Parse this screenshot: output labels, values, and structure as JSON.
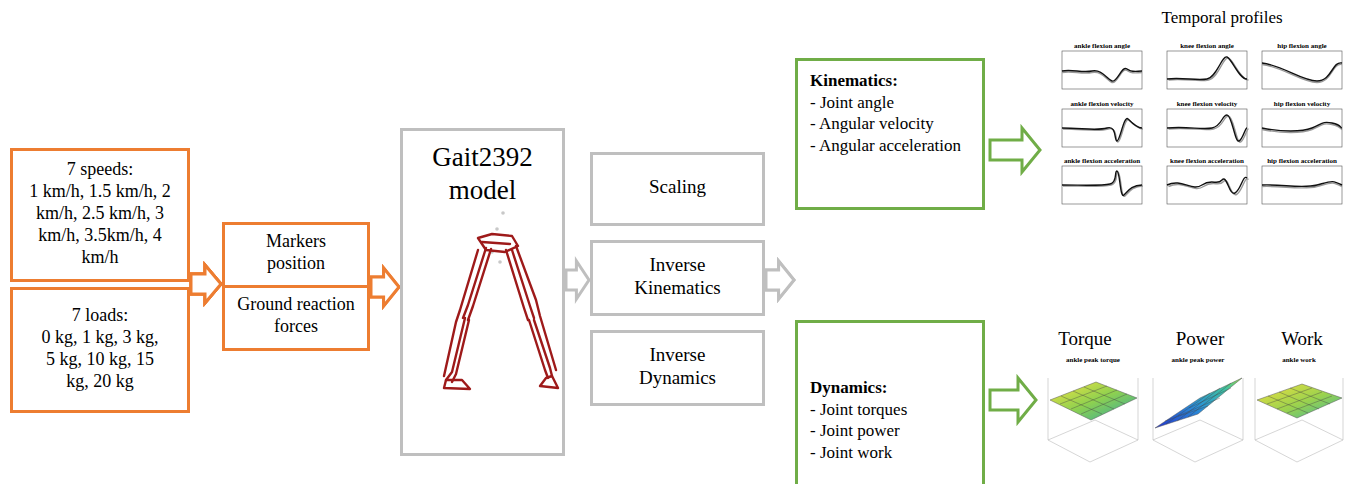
{
  "diagram": {
    "nodes": [
      {
        "text": [
          "7 speeds:",
          "1 km/h, 1.5 km/h, 2 km/h, 2.5 km/h, 3 km/h, 3.5km/h, 4 km/h"
        ]
      },
      {
        "text": [
          "7 loads:",
          "0 kg, 1 kg, 3 kg, 5 kg, 10 kg, 15 kg, 20 kg"
        ]
      },
      {
        "text": [
          "Markers position"
        ]
      },
      {
        "text": [
          "Ground reaction forces"
        ]
      },
      {
        "text": [
          "Gait2392 model"
        ]
      },
      {
        "text": [
          "Scaling"
        ]
      },
      {
        "text": [
          "Inverse Kinematics"
        ]
      },
      {
        "text": [
          "Inverse Dynamics"
        ]
      },
      {
        "text": [
          "Kinematics:",
          "- Joint angle",
          "- Angular velocity",
          "- Angular acceleration"
        ]
      },
      {
        "text": [
          "Dynamics:",
          "- Joint torques",
          "- Joint power",
          "- Joint work"
        ]
      }
    ],
    "edges": [
      {
        "from": 0,
        "to": 2,
        "arrow": "to"
      },
      {
        "from": 0,
        "to": 3,
        "arrow": "to"
      },
      {
        "from": 1,
        "to": 2,
        "arrow": "to"
      },
      {
        "from": 1,
        "to": 3,
        "arrow": "to"
      },
      {
        "from": 2,
        "to": 4,
        "arrow": "to"
      },
      {
        "from": 3,
        "to": 4,
        "arrow": "to"
      },
      {
        "from": 4,
        "to": 6,
        "arrow": "to"
      },
      {
        "from": 6,
        "to": 8,
        "arrow": "to"
      },
      {
        "from": 6,
        "to": 9,
        "arrow": "to"
      }
    ],
    "labels": [
      "Temporal profiles",
      "ankle flexion angle",
      "knee flexion angle",
      "hip flexion angle",
      "ankle flexion velocity",
      "knee flexion velocity",
      "hip flexion velocity",
      "ankle flexion acceleration",
      "knee flexion acceleration",
      "hip flexion acceleration",
      "Torque",
      "Power",
      "Work",
      "ankle peak torque",
      "ankle peak power",
      "ankle work"
    ]
  }
}
